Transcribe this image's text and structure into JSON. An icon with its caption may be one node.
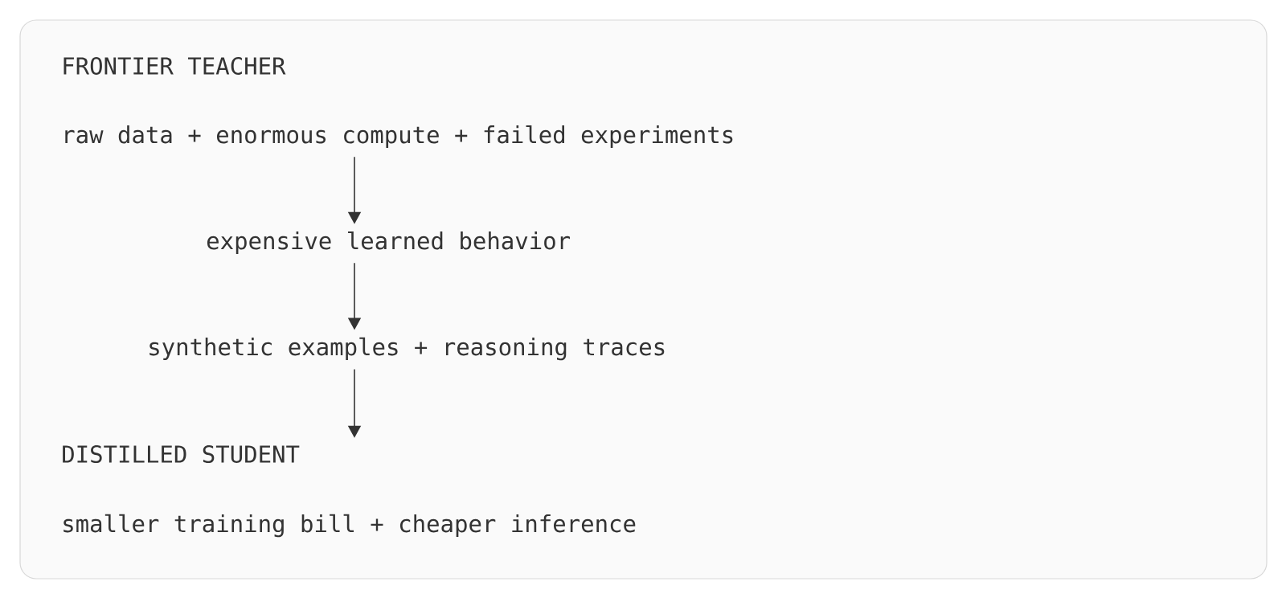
{
  "diagram": {
    "nodes": [
      {
        "text": [
          "raw data + enormous compute + failed experiments"
        ]
      },
      {
        "text": [
          "expensive learned behavior"
        ]
      },
      {
        "text": [
          "synthetic examples + reasoning traces"
        ]
      },
      {
        "text": [
          "DISTILLED STUDENT"
        ]
      }
    ],
    "edges": [
      {
        "from": 0,
        "to": 1,
        "arrow": "to"
      },
      {
        "from": 1,
        "to": 2,
        "arrow": "to"
      },
      {
        "from": 2,
        "to": 3,
        "arrow": "to"
      }
    ],
    "labels": [
      "FRONTIER TEACHER",
      "smaller training bill + cheaper inference"
    ]
  }
}
